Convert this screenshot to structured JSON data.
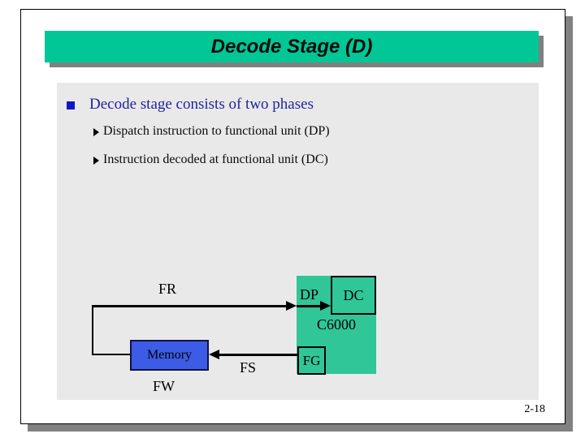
{
  "slide": {
    "title": "Decode Stage (D)",
    "page_number": "2-18"
  },
  "content": {
    "bullet": "Decode stage consists of two phases",
    "sub_bullets": [
      {
        "label": "Dispatch instruction to functional unit (DP)"
      },
      {
        "label": "Instruction decoded at functional unit (DC)"
      }
    ]
  },
  "diagram": {
    "fr": "FR",
    "dp": "DP",
    "dc": "DC",
    "c6000": "C6000",
    "memory": "Memory",
    "fs": "FS",
    "fg": "FG",
    "fw": "FW"
  },
  "colors": {
    "title_bar_green": "#00C795",
    "diagram_green": "#30C698",
    "memory_blue": "#3C5CE6",
    "bullet_square_blue": "#1414CC",
    "bullet_text_blue": "#23239E",
    "content_background": "#E9E9E9",
    "shadow_gray": "#808080"
  }
}
